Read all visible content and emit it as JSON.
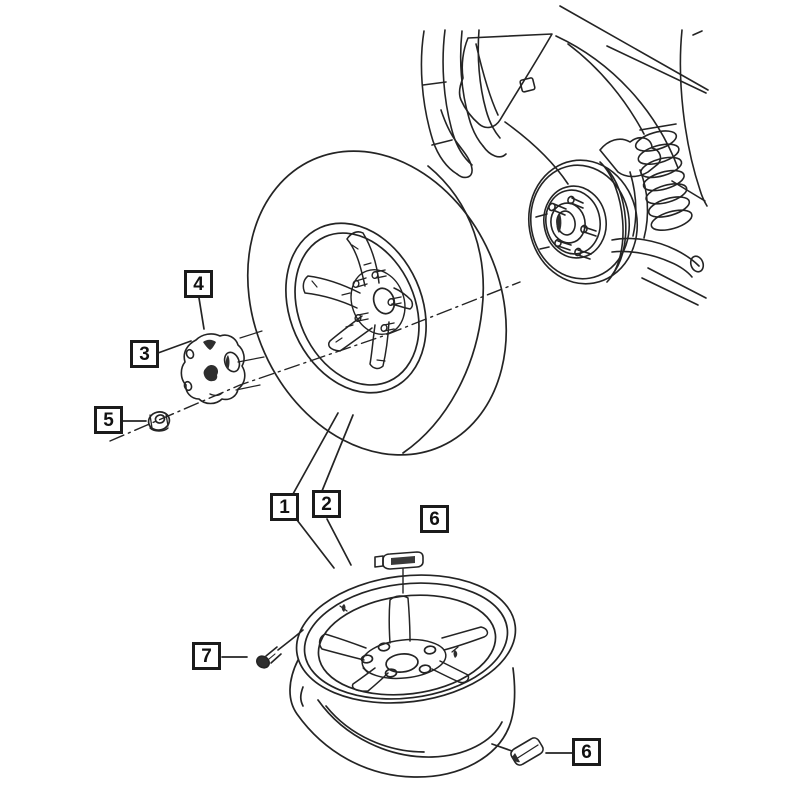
{
  "diagram": {
    "kind": "wheel-parts-exploded-diagram",
    "background": "#ffffff",
    "line_color": "#242424",
    "dark_fill": "#2e2e2e"
  },
  "callouts": {
    "c1": "1",
    "c2": "2",
    "c3": "3",
    "c4": "4",
    "c5": "5",
    "c6_top": "6",
    "c6_bottom": "6",
    "c7": "7"
  }
}
